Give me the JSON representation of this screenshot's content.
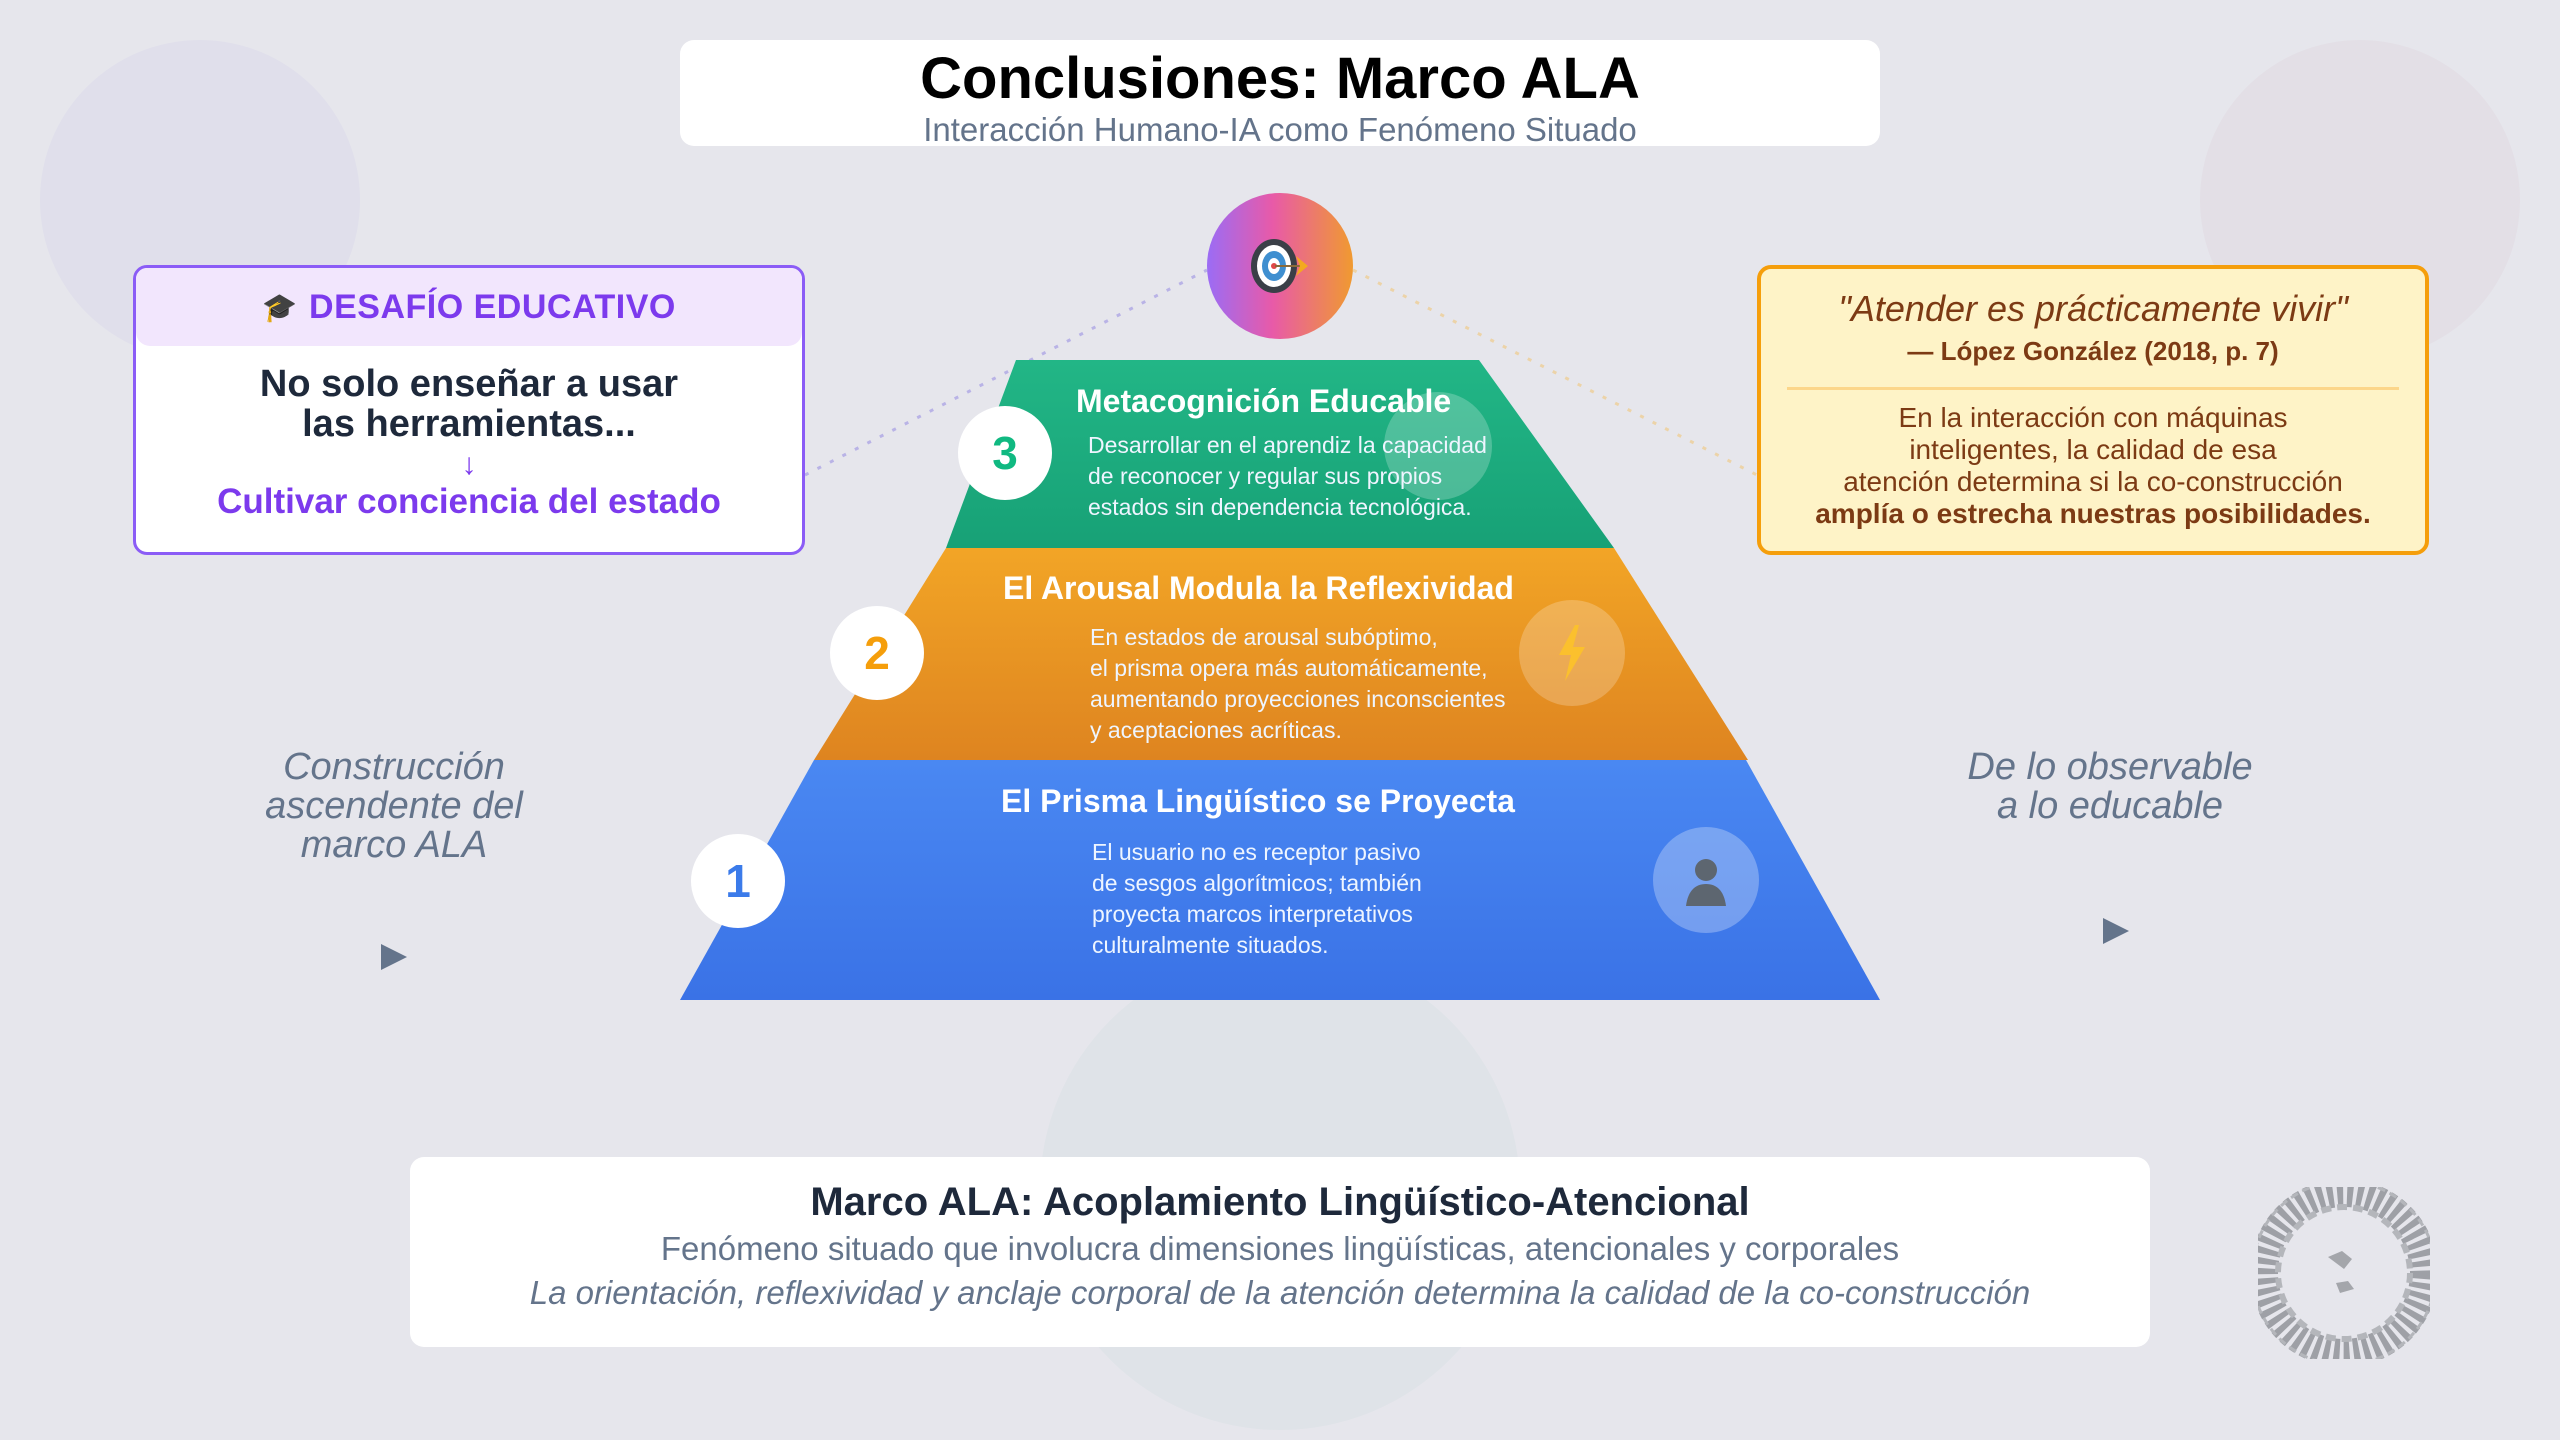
{
  "header": {
    "title": "Conclusiones: Marco ALA",
    "subtitle": "Interacción Humano-IA como Fenómeno Situado"
  },
  "top_icon": "target-with-arrow-icon",
  "challenge_card": {
    "icon": "graduation-cap-icon",
    "heading": "DESAFÍO EDUCATIVO",
    "line1": "No solo enseñar a usar",
    "line2": "las herramientas...",
    "arrow": "↓",
    "emphasis": "Cultivar conciencia del estado"
  },
  "quote_card": {
    "quote": "\"Atender es prácticamente vivir\"",
    "author": "— López González (2018, p. 7)",
    "body_lines": [
      "En la interacción con máquinas",
      "inteligentes, la calidad de esa",
      "atención determina si la co-construcción"
    ],
    "body_bold": "amplía o estrecha nuestras posibilidades."
  },
  "pyramid": {
    "levels": [
      {
        "number": "1",
        "title": "El Prisma Lingüístico se Proyecta",
        "description_lines": [
          "El usuario no es receptor pasivo",
          "de sesgos algorítmicos; también",
          "proyecta marcos interpretativos",
          "culturalmente situados."
        ],
        "icon": "person-silhouette-icon",
        "color": "#3b7bea"
      },
      {
        "number": "2",
        "title": "El Arousal Modula la Reflexividad",
        "description_lines": [
          "En estados de arousal subóptimo,",
          "el prisma opera más automáticamente,",
          "aumentando proyecciones inconscientes",
          "y aceptaciones acríticas."
        ],
        "icon": "lightning-bolt-icon",
        "color": "#f59e0b"
      },
      {
        "number": "3",
        "title": "Metacognición Educable",
        "description_lines": [
          "Desarrollar en el aprendiz la capacidad",
          "de reconocer y regular sus propios",
          "estados sin dependencia tecnológica."
        ],
        "icon": "faded-circle",
        "color": "#10b981"
      }
    ]
  },
  "side_labels": {
    "left_lines": [
      "Construcción",
      "ascendente del",
      "marco ALA"
    ],
    "right_lines": [
      "De lo observable",
      "a lo educable"
    ]
  },
  "bottom_card": {
    "title": "Marco ALA: Acoplamiento Lingüístico-Atencional",
    "subtitle": "Fenómeno situado que involucra dimensiones lingüísticas, atencionales y corporales",
    "italic": "La orientación, reflexividad y anclaje corporal de la atención determina la calidad de la co-construcción"
  },
  "watermark": "circular-network-logo-icon"
}
